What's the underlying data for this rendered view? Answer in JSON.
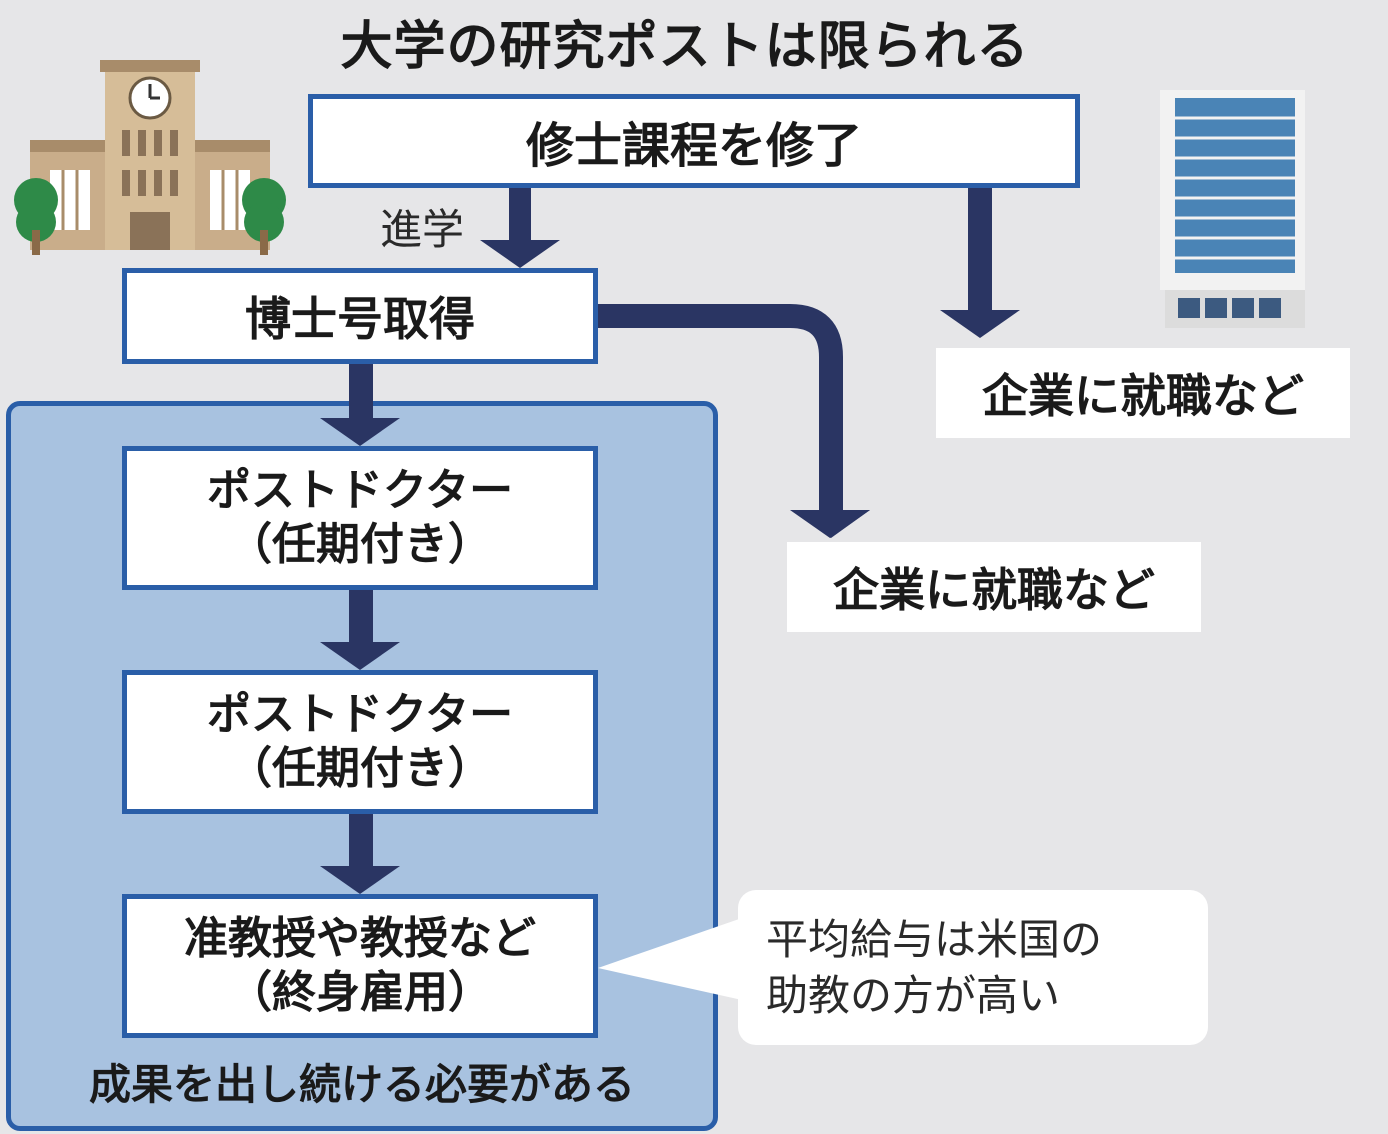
{
  "title": "大学の研究ポストは限られる",
  "nodes": {
    "master": "修士課程を修了",
    "doctorate": "博士号取得",
    "postdoc1_line1": "ポストドクター",
    "postdoc1_line2": "（任期付き）",
    "postdoc2_line1": "ポストドクター",
    "postdoc2_line2": "（任期付き）",
    "professor_line1": "准教授や教授など",
    "professor_line2": "（終身雇用）",
    "corporate1": "企業に就職など",
    "corporate2": "企業に就職など"
  },
  "edge_labels": {
    "advance": "進学"
  },
  "group_caption": "成果を出し続ける必要がある",
  "callout": {
    "line1": "平均給与は米国の",
    "line2": "助教の方が高い"
  },
  "icons": [
    "university-building-icon",
    "office-building-icon"
  ],
  "colors": {
    "background": "#e6e6e8",
    "box_border": "#2a5ea8",
    "arrow": "#2a3563",
    "group_fill": "#a8c2e0"
  }
}
